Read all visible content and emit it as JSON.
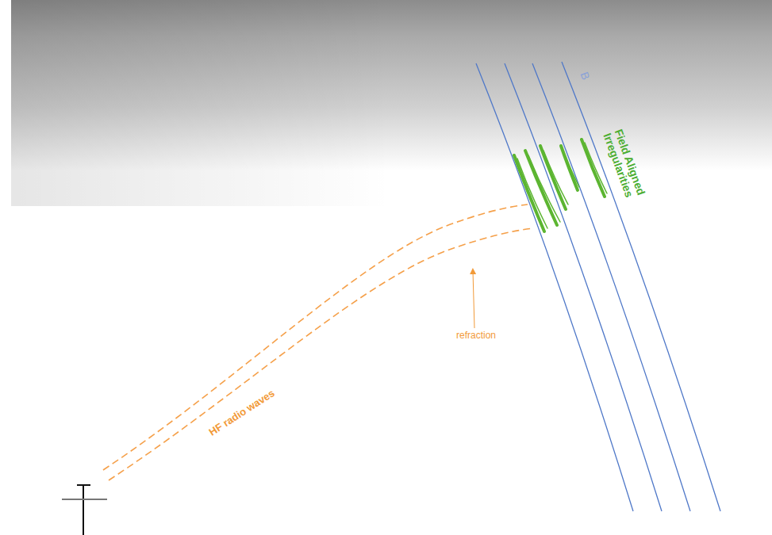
{
  "diagram": {
    "labels": [
      "B",
      "Field Aligned Irregularities",
      "HF radio waves",
      "refraction"
    ]
  }
}
